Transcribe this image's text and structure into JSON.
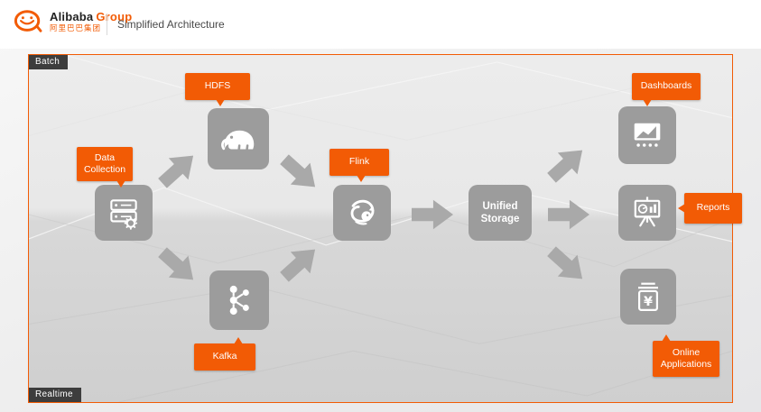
{
  "header": {
    "brand_name": "Alibaba",
    "brand_suffix": "Group",
    "brand_cn": "阿里巴巴集团",
    "page_title": "Simplified Architecture"
  },
  "colors": {
    "accent_orange": "#F25B05",
    "node_gray": "#9C9C9C",
    "arrow_gray": "#A9A9A9",
    "tag_dark": "#3D3D3D",
    "panel_bg_top": "#ECECEC",
    "panel_bg_bottom": "#CFCFCF"
  },
  "diagram": {
    "tags": {
      "batch": "Batch",
      "realtime": "Realtime"
    },
    "labels": {
      "data_collection": "Data Collection",
      "hdfs": "HDFS",
      "kafka": "Kafka",
      "flink": "Flink",
      "unified_storage": "Unified Storage",
      "dashboards": "Dashboards",
      "reports": "Reports",
      "online_applications": "Online Applications"
    },
    "icons": {
      "data_collection": "server-gear-icon",
      "hdfs": "hadoop-elephant-icon",
      "kafka": "kafka-network-icon",
      "flink": "flink-squirrel-icon",
      "dashboards": "dashboard-screen-icon",
      "reports": "report-easel-icon",
      "online_applications": "yen-document-icon"
    },
    "flows": [
      "Data Collection -> HDFS",
      "Data Collection -> Kafka",
      "HDFS -> Flink",
      "Kafka -> Flink",
      "Flink -> Unified Storage",
      "Unified Storage -> Dashboards",
      "Unified Storage -> Reports",
      "Unified Storage -> Online Applications"
    ]
  }
}
